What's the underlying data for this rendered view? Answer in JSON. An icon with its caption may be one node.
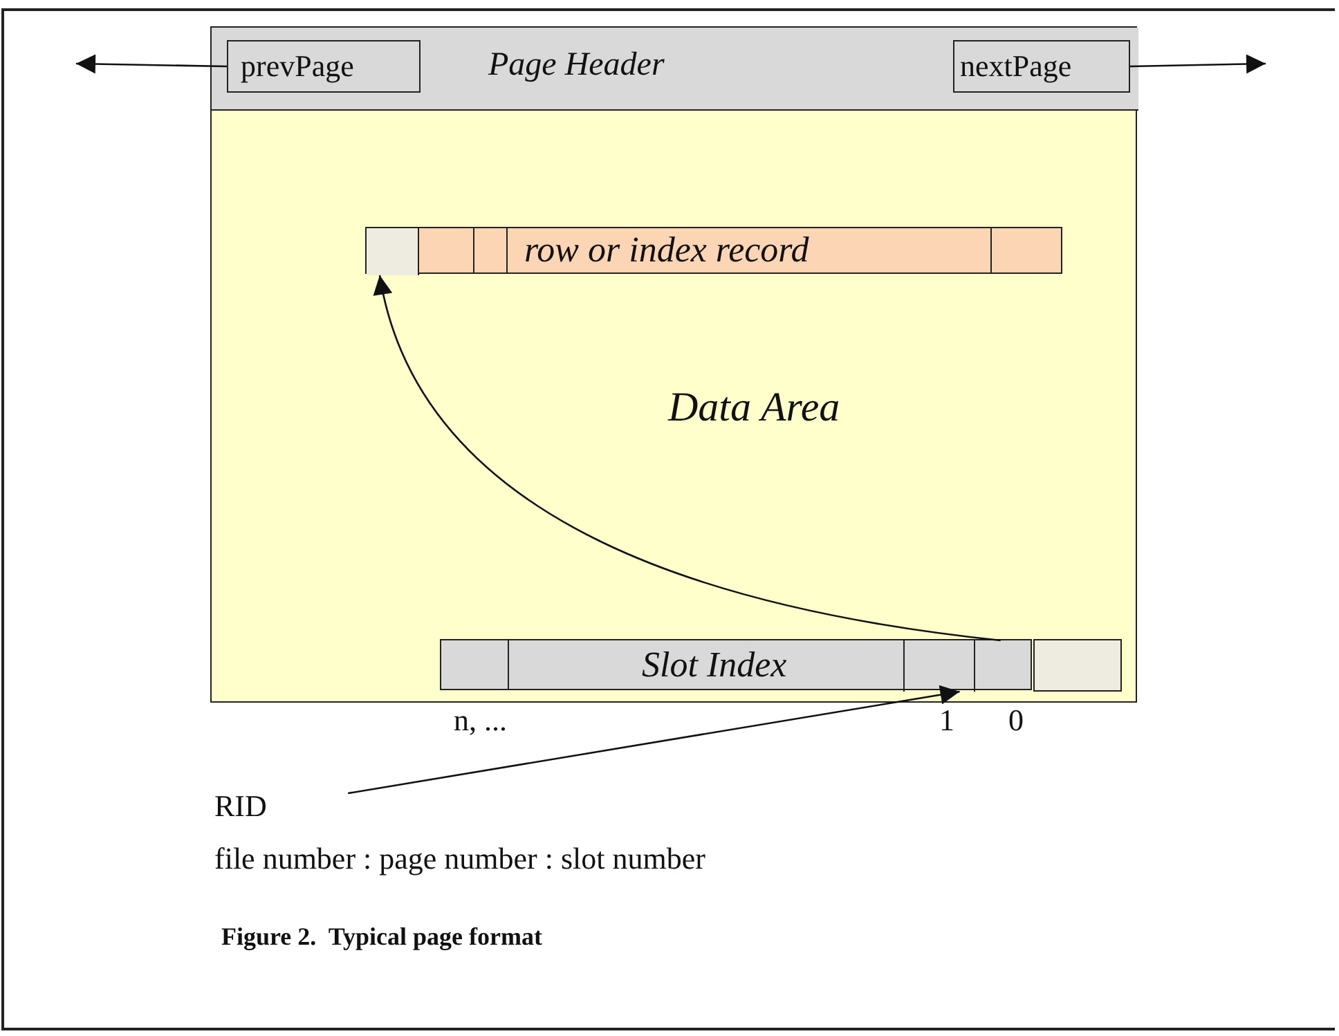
{
  "diagram": {
    "caption": "Figure 2.  Typical page format",
    "nodes": [
      {
        "text": [
          "Data Area"
        ]
      },
      {
        "text": [
          "Page Header"
        ],
        "in": 0
      },
      {
        "text": [
          "prevPage"
        ],
        "in": 1
      },
      {
        "text": [
          "nextPage"
        ],
        "in": 1
      },
      {
        "text": [
          "row or index record"
        ],
        "in": 0
      },
      {
        "text": [],
        "shape": "box",
        "in": 4
      },
      {
        "text": [
          "Slot Index"
        ],
        "in": 0
      },
      {
        "text": [],
        "shape": "box",
        "in": 6
      },
      {
        "text": [],
        "shape": "box",
        "in": 6
      },
      {
        "text": [],
        "shape": "box",
        "in": 0
      },
      {
        "text": [
          "RID",
          "file number : page number : slot number"
        ]
      }
    ],
    "edges": [
      {
        "from": 2,
        "to": null,
        "arrow": "to"
      },
      {
        "from": 3,
        "to": null,
        "arrow": "to"
      },
      {
        "from": 8,
        "to": 5,
        "arrow": "to"
      },
      {
        "from": 10,
        "to": 7,
        "arrow": "to"
      }
    ],
    "labels": [
      "n, ...",
      "1",
      "0"
    ]
  }
}
